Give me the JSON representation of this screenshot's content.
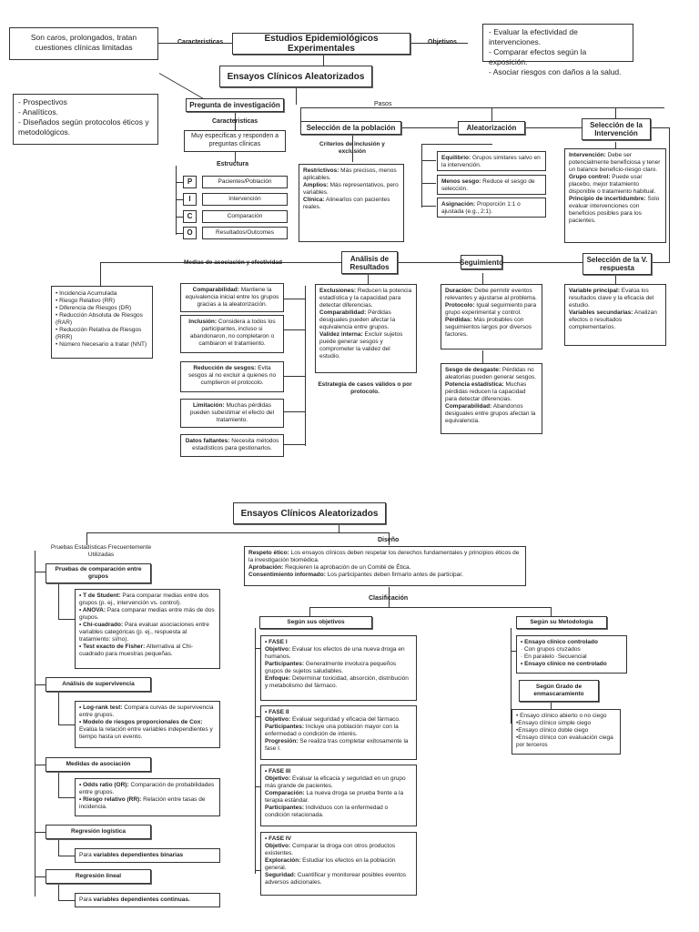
{
  "top": {
    "title": "Estudios Epidemiológicos Experimentales",
    "left_label": "Caracteristicas",
    "right_label": "Objetivos",
    "left_box": "Son caros, prolongados, tratan cuestiones clínicas limitadas",
    "objectives": [
      "- Evaluar la efectividad de intervenciones.",
      "- Comparar efectos según la exposición.",
      "- Asociar riesgos con daños a la salud."
    ],
    "ensayos": "Ensayos Clínicos Aleatorizados",
    "char_list": [
      "- Prospectivos",
      "- Analíticos.",
      "- Diseñados según protocolos éticos y metodológicos."
    ]
  },
  "pregunta": {
    "title": "Pregunta de investigación",
    "pasos": "Pasos",
    "caract": "Caracteristicas",
    "caract_box": "Muy especificas y responden a preguntas clínicas",
    "estructura": "Estructura",
    "pico": [
      {
        "letter": "P",
        "label": "Pacientes/Población"
      },
      {
        "letter": "I",
        "label": "Intervención"
      },
      {
        "letter": "C",
        "label": "Comparación"
      },
      {
        "letter": "O",
        "label": "Resultados/Outcomes"
      }
    ]
  },
  "seleccion": {
    "title": "Selección de la población",
    "criterios": "Criterios de inclusión y exclusión",
    "items": [
      {
        "k": "Restrictivos:",
        "v": " Más precisos, menos aplicables."
      },
      {
        "k": "Amplios:",
        "v": " Más representativos, pero variables."
      },
      {
        "k": "Clínica:",
        "v": " Alinearlos con pacientes reales."
      }
    ]
  },
  "aleatorizacion": {
    "title": "Aleatorización",
    "items": [
      {
        "k": "Equilibrio:",
        "v": " Grupos similares salvo en la intervención."
      },
      {
        "k": "Menos sesgo:",
        "v": " Reduce el sesgo de selección."
      },
      {
        "k": "Asignación:",
        "v": " Proporción 1:1 o ajustada (e.g., 2:1)."
      }
    ]
  },
  "intervencion": {
    "title": "Selección de la Intervención",
    "items": [
      {
        "k": "Intervención:",
        "v": " Debe ser potencialmente beneficiosa y tener un balance beneficio-riesgo claro."
      },
      {
        "k": "Grupo control:",
        "v": " Puede usar placebo, mejor tratamiento disponible o tratamiento habitual."
      },
      {
        "k": "Principio de incertidumbre:",
        "v": " Solo evaluar intervenciones con beneficios posibles para los pacientes."
      }
    ]
  },
  "vrespuesta": {
    "title": "Selección de la V. respuesta",
    "items": [
      {
        "k": "Variable principal:",
        "v": " Evalúa los resultados clave y la eficacia del estudio."
      },
      {
        "k": "Variables secundarias:",
        "v": " Analizan efectos o resultados complementarios."
      }
    ]
  },
  "seguimiento": {
    "title": "Seguimiento",
    "items1": [
      {
        "k": "Duración:",
        "v": " Debe permitir eventos relevantes y ajustarse al problema."
      },
      {
        "k": "Protocolo:",
        "v": " Igual seguimiento para grupo experimental y control."
      },
      {
        "k": "Pérdidas:",
        "v": " Más probables con seguimientos largos por diversos factores."
      }
    ],
    "items2": [
      {
        "k": "Sesgo de desgaste:",
        "v": " Pérdidas no aleatorias pueden generar sesgos."
      },
      {
        "k": "Potencia estadística:",
        "v": " Muchas pérdidas reducen la capacidad para detectar diferencias."
      },
      {
        "k": "Comparabilidad:",
        "v": " Abandonos desiguales entre grupos afectan la equivalencia."
      }
    ]
  },
  "analisis": {
    "title": "Análisis de Resultados",
    "medidas_label": "Medias de asociación y efectividad",
    "medidas": [
      "• Incidencia Acumulada",
      "• Riesgo Relativo (RR)",
      "• Diferencia de Riesgos (DR)",
      "• Reducción Absoluta de Riesgos (RAR)",
      "• Reducción Relativa de Riesgos (RRR)",
      "• Número Necesario a tratar (NNT)"
    ],
    "exclusiones": [
      {
        "k": "Exclusiones:",
        "v": " Reducen la potencia estadística y la capacidad para detectar diferencias."
      },
      {
        "k": "Comparabilidad:",
        "v": " Pérdidas desiguales pueden afectar la equivalencia entre grupos."
      },
      {
        "k": "Validez interna:",
        "v": " Excluir sujetos puede generar sesgos y comprometer la validez del estudio."
      }
    ],
    "estrategia": "Estrategia de casos válidos o por protocolo.",
    "boxes": [
      {
        "k": "Comparabilidad:",
        "v": " Mantiene la equivalencia inicial entre los grupos gracias a la aleatorización."
      },
      {
        "k": "Inclusión:",
        "v": " Considera a todos los participantes, incluso si abandonaron, no completaron o cambiaron el tratamiento."
      },
      {
        "k": "Reducción de sesgos:",
        "v": " Evita sesgos al no excluir a quienes no cumplieron el protocolo."
      },
      {
        "k": "Limitación:",
        "v": " Muchas pérdidas pueden subestimar el efecto del tratamiento."
      },
      {
        "k": "Datos faltantes:",
        "v": " Necesita métodos estadísticos para gestionarlos."
      }
    ]
  },
  "bottom": {
    "title": "Ensayos Clínicos Aleatorizados",
    "pruebas_label": "Pruebas Estadísticas Frecuentemente Utilizadas",
    "diseno": "Diseño",
    "diseno_items": [
      {
        "k": "Respeto ético:",
        "v": " Los ensayos clínicos deben respetar los derechos fundamentales y principios éticos de la investigación biomédica."
      },
      {
        "k": "Aprobación:",
        "v": " Requieren la aprobación de un Comité de Ética."
      },
      {
        "k": "Consentimiento informado:",
        "v": " Los participantes deben firmarlo antes de participar."
      }
    ],
    "clasificacion": "Clasificación",
    "segun_obj": "Según sus objetivos",
    "segun_met": "Según su Metodologia",
    "metodo_items": [
      "• Ensayo clínico controlado",
      "· Con grupos cruzados",
      "· En paralelo ·Secuencial",
      "• Ensayo clínico no controlado"
    ],
    "grado": "Según Grado de enmascaramiento",
    "grado_items": [
      "• Ensayo clínico abierto o no ciego",
      "•Ensayo clínico simple ciego",
      "•Ensayo clínico doble ciego",
      "•Ensayo clínico con evaluación ciega por terceros"
    ],
    "fases": [
      {
        "t": "• FASE I",
        "rows": [
          {
            "k": "Objetivo:",
            "v": " Evaluar los efectos de una nueva droga en humanos."
          },
          {
            "k": "Participantes:",
            "v": " Generalmente involucra pequeños grupos de sujetos saludables."
          },
          {
            "k": "Enfoque:",
            "v": " Determinar toxicidad, absorción, distribución y metabolismo del fármaco."
          }
        ]
      },
      {
        "t": "• FASE II",
        "rows": [
          {
            "k": "Objetivo:",
            "v": " Evaluar seguridad y eficacia del fármaco."
          },
          {
            "k": "Participantes:",
            "v": " Incluye una población mayor con la enfermedad o condición de interés."
          },
          {
            "k": "Progresión:",
            "v": " Se realiza tras completar exitosamente la fase I."
          }
        ]
      },
      {
        "t": "• FASE III",
        "rows": [
          {
            "k": "Objetivo:",
            "v": " Evaluar la eficacia y seguridad en un grupo más grande de pacientes."
          },
          {
            "k": "Comparación:",
            "v": " La nueva droga se prueba frente a la terapia estándar."
          },
          {
            "k": "Participantes:",
            "v": " Individuos con la enfermedad o condición relacionada."
          }
        ]
      },
      {
        "t": "• FASE IV",
        "rows": [
          {
            "k": "Objetivo:",
            "v": " Comparar la droga con otros productos existentes."
          },
          {
            "k": "Exploración:",
            "v": " Estudiar los efectos en la población general."
          },
          {
            "k": "Seguridad:",
            "v": " Cuantificar y monitorear posibles eventos adversos adicionales."
          }
        ]
      }
    ],
    "pruebas": [
      {
        "title": "Pruebas de comparación entre grupos",
        "rows": [
          {
            "k": "• T de Student:",
            "v": " Para comparar medias entre dos grupos (p. ej., intervención vs. control)."
          },
          {
            "k": "• ANOVA:",
            "v": " Para comparar medias entre más de dos grupos."
          },
          {
            "k": "• Chi-cuadrado:",
            "v": " Para evaluar asociaciones entre variables categóricas (p. ej., respuesta al tratamiento: sí/no)."
          },
          {
            "k": "• Test exacto de Fisher:",
            "v": " Alternativa al Chi-cuadrado para muestras pequeñas."
          }
        ]
      },
      {
        "title": "Análisis de supervivencia",
        "rows": [
          {
            "k": "• Log-rank test:",
            "v": " Compara curvas de supervivencia entre grupos."
          },
          {
            "k": "• Modelo de riesgos proporcionales de Cox:",
            "v": " Evalúa la relación entre variables independientes y tiempo hasta un evento."
          }
        ]
      },
      {
        "title": "Medidas de asociación",
        "rows": [
          {
            "k": "• Odds ratio (OR):",
            "v": " Comparación de probabilidades entre grupos."
          },
          {
            "k": "• Riesgo relativo (RR):",
            "v": " Relación entre tasas de incidencia."
          }
        ]
      },
      {
        "title": "Regresión logística",
        "rows": [
          {
            "k": "Para ",
            "v": "variables dependientes binarias"
          }
        ]
      },
      {
        "title": "Regresión lineal",
        "rows": [
          {
            "k": "Para ",
            "v": "variables dependientes continuas."
          }
        ]
      }
    ]
  }
}
